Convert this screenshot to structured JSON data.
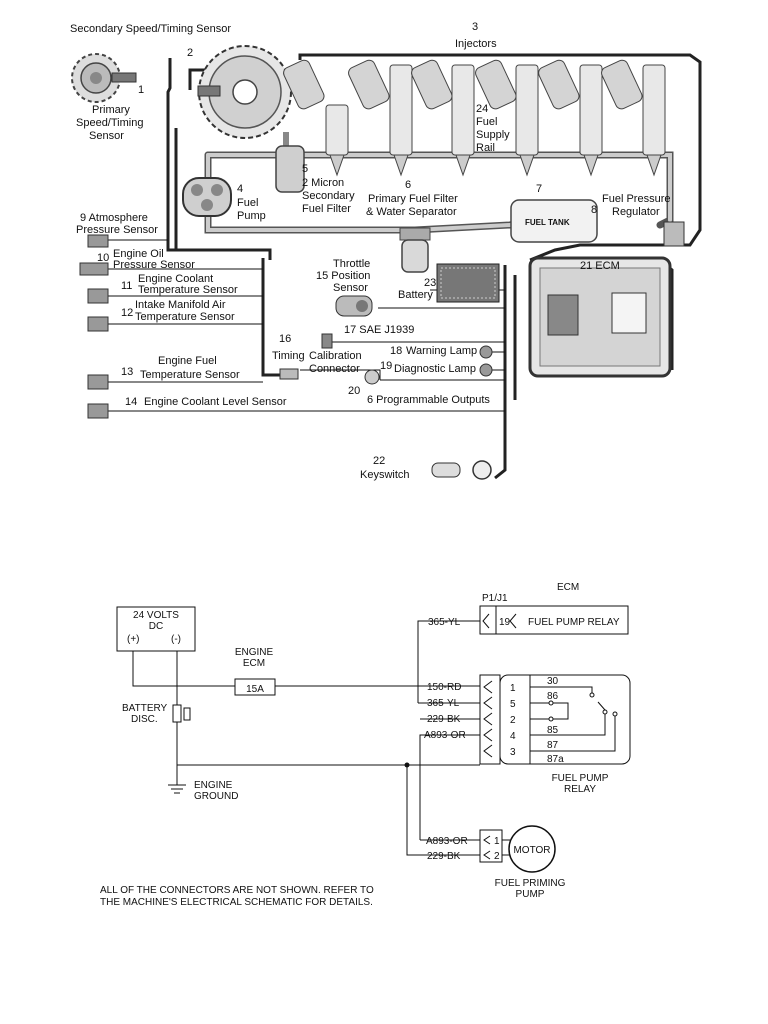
{
  "engine_diagram": {
    "labels": {
      "secondary_sensor": "Secondary Speed/Timing Sensor",
      "num_2": "2",
      "num_3": "3",
      "injectors": "Injectors",
      "num_1": "1",
      "primary_l1": "Primary",
      "primary_l2": "Speed/Timing",
      "primary_l3": "Sensor",
      "num_24": "24",
      "supply_l1": "Fuel",
      "supply_l2": "Supply",
      "supply_l3": "Rail",
      "num_5": "5",
      "filter2_l1": "2 Micron",
      "filter2_l2": "Secondary",
      "filter2_l3": "Fuel Filter",
      "num_4": "4",
      "pump_l1": "Fuel",
      "pump_l2": "Pump",
      "num_6": "6",
      "filter1_l1": "Primary Fuel Filter",
      "filter1_l2": "& Water Separator",
      "num_7": "7",
      "fuel_tank": "FUEL TANK",
      "num_8": "8",
      "regulator_l1": "Fuel Pressure",
      "regulator_l2": "Regulator",
      "atm_l1": "9  Atmosphere",
      "atm_l2": "Pressure Sensor",
      "oil_num": "10",
      "oil_l1": "Engine Oil",
      "oil_l2": "Pressure Sensor",
      "coolant_num": "11",
      "coolant_l1": "Engine Coolant",
      "coolant_l2": "Temperature Sensor",
      "intake_num": "12",
      "intake_l1": "Intake Manifold Air",
      "intake_l2": "Temperature Sensor",
      "fueltemp_num": "13",
      "fueltemp_l1": "Engine Fuel",
      "fueltemp_l2": "Temperature Sensor",
      "level_num": "14",
      "level": "Engine Coolant Level Sensor",
      "throttle_l1": "Throttle",
      "throttle_l2": "15 Position",
      "throttle_l3": "Sensor",
      "timing_num": "16",
      "timing_l1": "Timing",
      "timing_l2": "Calibration",
      "timing_l3": "Connector",
      "j1939": "17 SAE J1939",
      "warn_num": "18",
      "warn": "Warning Lamp",
      "diag_num": "19",
      "diag": "Diagnostic Lamp",
      "prog_num": "20",
      "prog": "6 Programmable Outputs",
      "ecm": "21 ECM",
      "battery_num": "23",
      "battery": "Battery",
      "key_num": "22",
      "keyswitch": "Keyswitch"
    }
  },
  "schematic": {
    "supply_l1": "24 VOLTS",
    "supply_l2": "DC",
    "plus": "(+)",
    "minus": "(-)",
    "engine_ecm_l1": "ENGINE",
    "engine_ecm_l2": "ECM",
    "fuse": "15A",
    "battery_disc_l1": "BATTERY",
    "battery_disc_l2": "DISC.",
    "ground_l1": "ENGINE",
    "ground_l2": "GROUND",
    "p1j1": "P1/J1",
    "ecm_title": "ECM",
    "relay_pin": "19",
    "relay_label": "FUEL PUMP RELAY",
    "wires": [
      "150-RD",
      "365-YL",
      "229-BK",
      "A893-OR"
    ],
    "wire_top": "365-YL",
    "pins": [
      "1",
      "5",
      "2",
      "4",
      "3"
    ],
    "relay_terms": [
      "30",
      "86",
      "",
      "85",
      "87",
      "87a"
    ],
    "relay_title_l1": "FUEL PUMP",
    "relay_title_l2": "RELAY",
    "motor_wires": [
      "A893-OR",
      "229-BK"
    ],
    "motor_pins": [
      "1",
      "2"
    ],
    "motor": "MOTOR",
    "motor_title_l1": "FUEL PRIMING",
    "motor_title_l2": "PUMP",
    "note_l1": "ALL OF THE CONNECTORS ARE NOT SHOWN. REFER TO",
    "note_l2": "THE MACHINE'S ELECTRICAL SCHEMATIC FOR DETAILS."
  }
}
